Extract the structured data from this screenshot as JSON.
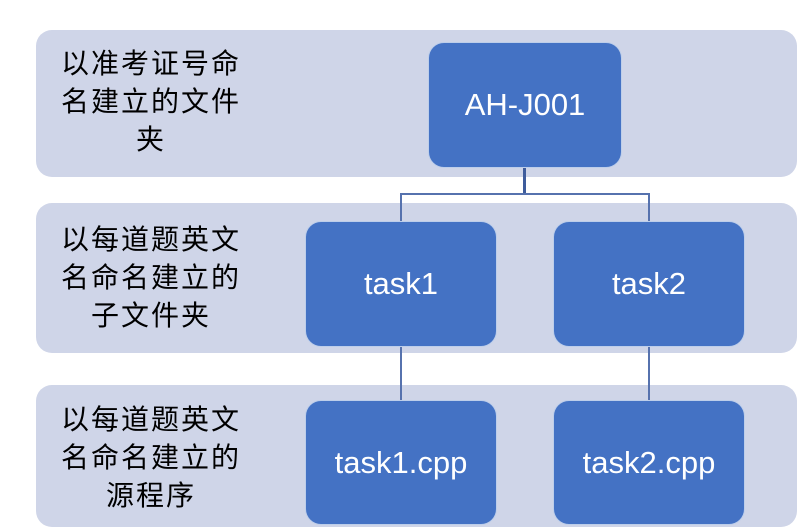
{
  "diagram": {
    "title": "exam-folder-structure-hierarchy",
    "rows": [
      {
        "label": "以准考证号命名建立的文件夹",
        "label_lines": [
          "以准考证号命",
          "名建立的文件",
          "夹"
        ]
      },
      {
        "label": "以每道题英文名命名建立的子文件夹",
        "label_lines": [
          "以每道题英文",
          "名命名建立的",
          "子文件夹"
        ]
      },
      {
        "label": "以每道题英文名命名建立的源程序",
        "label_lines": [
          "以每道题英文",
          "名命名建立的",
          "源程序"
        ]
      }
    ],
    "nodes": {
      "root": "AH-J001",
      "task1": "task1",
      "task2": "task2",
      "task1_cpp": "task1.cpp",
      "task2_cpp": "task2.cpp"
    },
    "colors": {
      "node_fill": "#4472c4",
      "node_text": "#ffffff",
      "band_fill": "#cfd5e8",
      "connector": "#5672ae",
      "connector_stem": "#3e5c9c",
      "label_text": "#000000",
      "background": "#ffffff"
    }
  }
}
